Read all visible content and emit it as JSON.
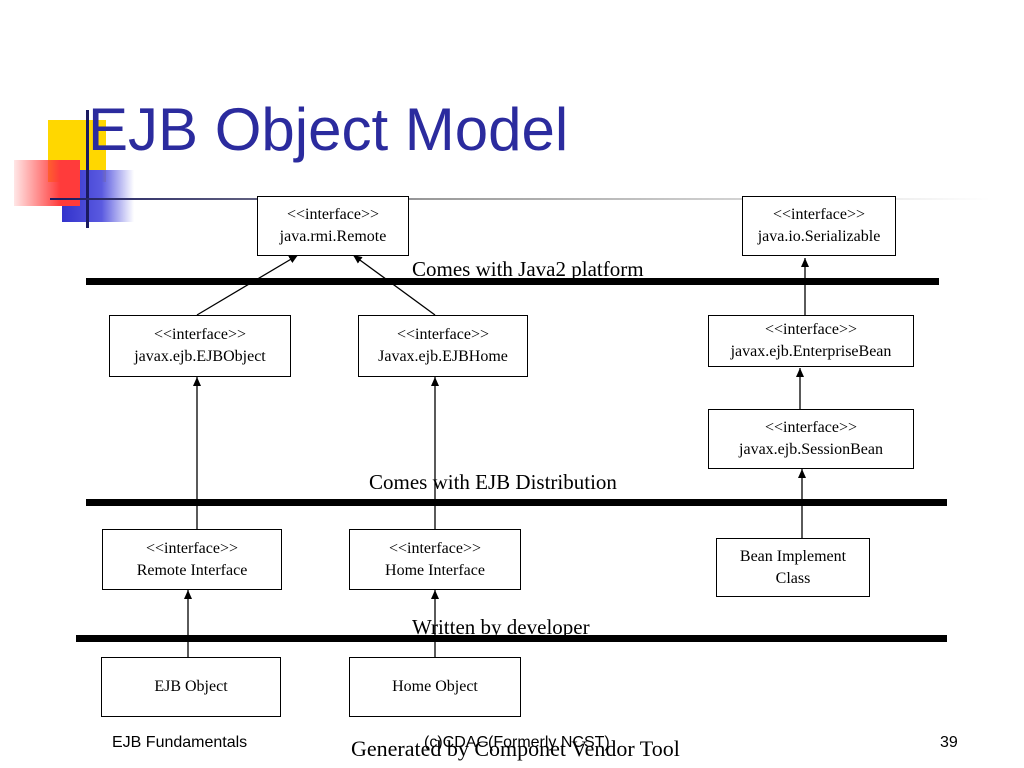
{
  "slide": {
    "title": "EJB Object Model",
    "footer_left": "EJB Fundamentals",
    "footer_center": "(c)CDAC(Formerly NCST)",
    "page_number": "39",
    "colors": {
      "title": "#2b2b9e",
      "deco_yellow": "#ffd700",
      "deco_red": "#ff3b3b",
      "deco_blue": "#3333cc"
    }
  },
  "diagram": {
    "layers": {
      "java2": "Comes with Java2 platform",
      "ejb_dist": "Comes with EJB Distribution",
      "developer": "Written by developer",
      "vendor": "Generated by Componet Vendor Tool"
    },
    "boxes": {
      "remote": {
        "stereotype": "<<interface>>",
        "name": "java.rmi.Remote"
      },
      "serializable": {
        "stereotype": "<<interface>>",
        "name": "java.io.Serializable"
      },
      "ejbobject": {
        "stereotype": "<<interface>>",
        "name": "javax.ejb.EJBObject"
      },
      "ejbhome": {
        "stereotype": "<<interface>>",
        "name": "Javax.ejb.EJBHome"
      },
      "enterprisebean": {
        "stereotype": "<<interface>>",
        "name": "javax.ejb.EnterpriseBean"
      },
      "sessionbean": {
        "stereotype": "<<interface>>",
        "name": "javax.ejb.SessionBean"
      },
      "remote_interface": {
        "stereotype": "<<interface>>",
        "name": "Remote Interface"
      },
      "home_interface": {
        "stereotype": "<<interface>>",
        "name": "Home Interface"
      },
      "bean_impl": {
        "line1": "Bean Implement",
        "line2": "Class"
      },
      "ejb_object": {
        "name": "EJB Object"
      },
      "home_object": {
        "name": "Home Object"
      }
    }
  }
}
